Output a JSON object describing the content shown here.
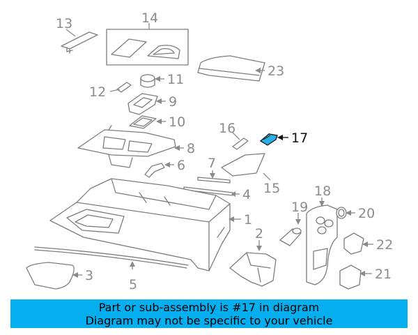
{
  "diagram": {
    "highlight_part": "17",
    "highlight_color": "#2ab0e6",
    "callouts": [
      "1",
      "2",
      "3",
      "4",
      "5",
      "6",
      "7",
      "8",
      "9",
      "10",
      "11",
      "12",
      "13",
      "14",
      "15",
      "16",
      "17",
      "18",
      "19",
      "20",
      "21",
      "22",
      "23"
    ]
  },
  "banner": {
    "line1": "Part or sub-assembly is #17 in diagram",
    "line2": "Diagram may not be specific to your vehicle",
    "color": "#04aeef"
  }
}
